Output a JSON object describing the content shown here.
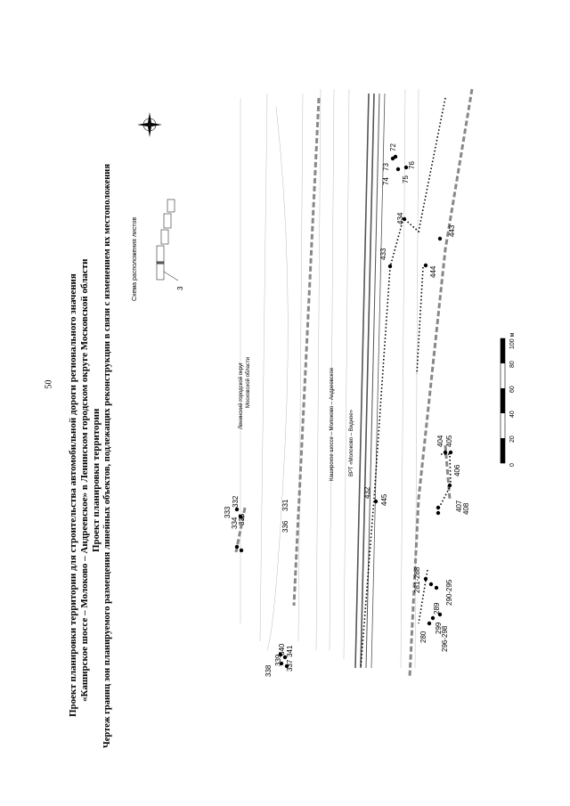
{
  "page_number": "50",
  "title": {
    "line1": "Проект планировки территории для строительства автомобильной дороги регионального значения",
    "line2": "«Каширское шоссе – Молоково – Андреевское» в Ленинском городском округе Московской области",
    "line3": "Проект планировки территории",
    "line4": "Чертеж границ зон планируемого размещения линейных объектов, подлежащих реконструкции в связи с изменением их местоположения"
  },
  "map": {
    "district_label": "Ленинский городской округ",
    "region_label": "Московской области",
    "road_label_1": "Каширское шоссе – Молоково – Андреевское",
    "road_label_2": "ВРТ «Молоково – Видное»",
    "sheet_scheme_label": "Схема расположения листов",
    "sheet_number": "3",
    "scale_ticks": [
      "0",
      "20",
      "40",
      "60",
      "80",
      "100 м"
    ],
    "point_labels": {
      "p72": "72",
      "p73": "73",
      "p74": "74",
      "p75": "75",
      "p76": "76",
      "p433": "433",
      "p434": "434",
      "p443": "443",
      "p444": "444",
      "p404": "404",
      "p405": "405",
      "p406": "406",
      "p407": "407",
      "p408": "408",
      "p432": "432",
      "p445": "445",
      "p331": "331",
      "p332": "332",
      "p333": "333",
      "p334": "334",
      "p335": "335",
      "p336": "336",
      "p280": "280",
      "p281_288": "281-288",
      "p289": "289",
      "p290_295": "290-295",
      "p296_298": "296-298",
      "p299": "299",
      "p337": "337",
      "p338": "338",
      "p339": "339",
      "p340": "340",
      "p341": "341"
    }
  }
}
